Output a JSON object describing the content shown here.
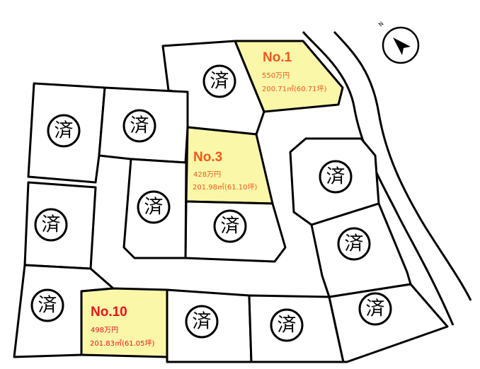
{
  "sold_label": "済",
  "north_label": "N",
  "colors": {
    "available_fill": "#fbf7a8",
    "orange_text": "#f0581e",
    "red_text": "#e8141c"
  },
  "available_lots": [
    {
      "number": "No.1",
      "price": "550万円",
      "area": "200.71㎡(60.71坪)",
      "color": "#f0581e"
    },
    {
      "number": "No.3",
      "price": "428万円",
      "area": "201.98㎡(61.10坪)",
      "color": "#f0581e"
    },
    {
      "number": "No.10",
      "price": "498万円",
      "area": "201.83㎡(61.05坪)",
      "color": "#e8141c"
    }
  ],
  "sold_lot_count": 12
}
